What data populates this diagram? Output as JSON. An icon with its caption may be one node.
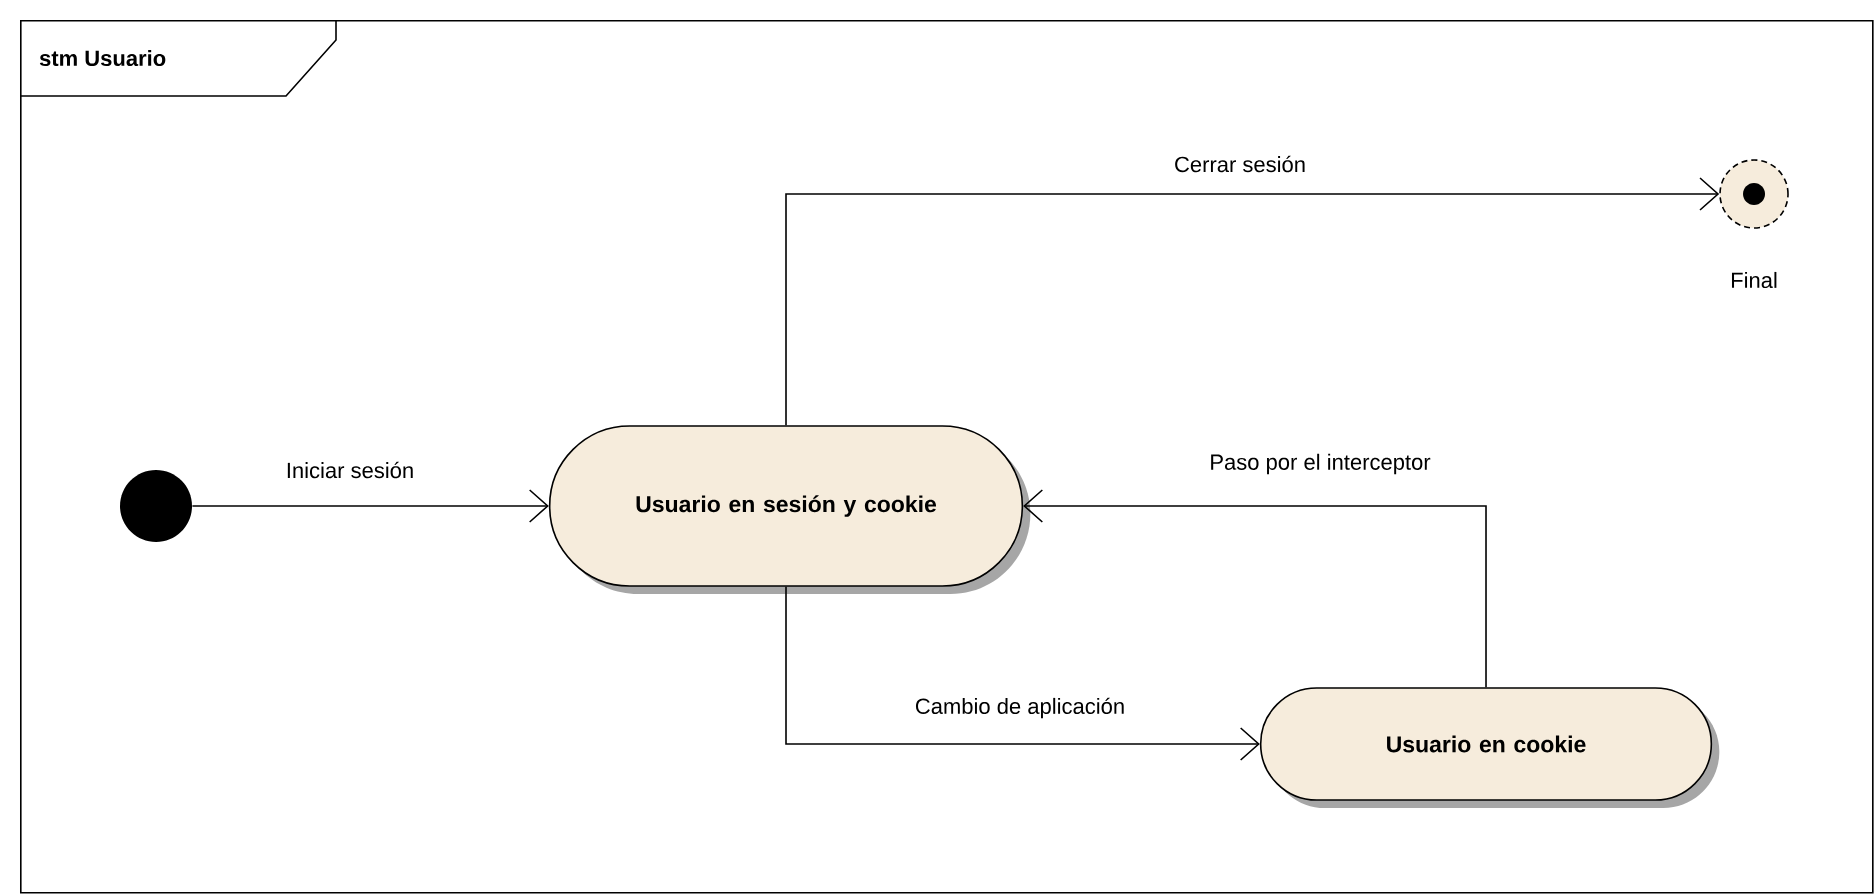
{
  "diagram": {
    "nodes": [
      {
        "text": [
          "stm Usuario"
        ]
      },
      {
        "text": [],
        "shape": "circle",
        "in": 0
      },
      {
        "text": [
          "Usuario en sesión y cookie"
        ],
        "in": 0
      },
      {
        "text": [],
        "shape": "bullseye",
        "beside": [
          "Final"
        ],
        "in": 0
      },
      {
        "text": [
          "Usuario en cookie"
        ],
        "in": 0
      }
    ],
    "edges": [
      {
        "from": 1,
        "to": 2,
        "arrow": "to",
        "label": "Iniciar sesión"
      },
      {
        "from": 2,
        "to": 3,
        "arrow": "to",
        "label": "Cerrar sesión"
      },
      {
        "from": 2,
        "to": 4,
        "arrow": "to",
        "label": "Cambio de aplicación"
      },
      {
        "from": 4,
        "to": 2,
        "arrow": "to",
        "label": "Paso por el interceptor"
      }
    ]
  }
}
